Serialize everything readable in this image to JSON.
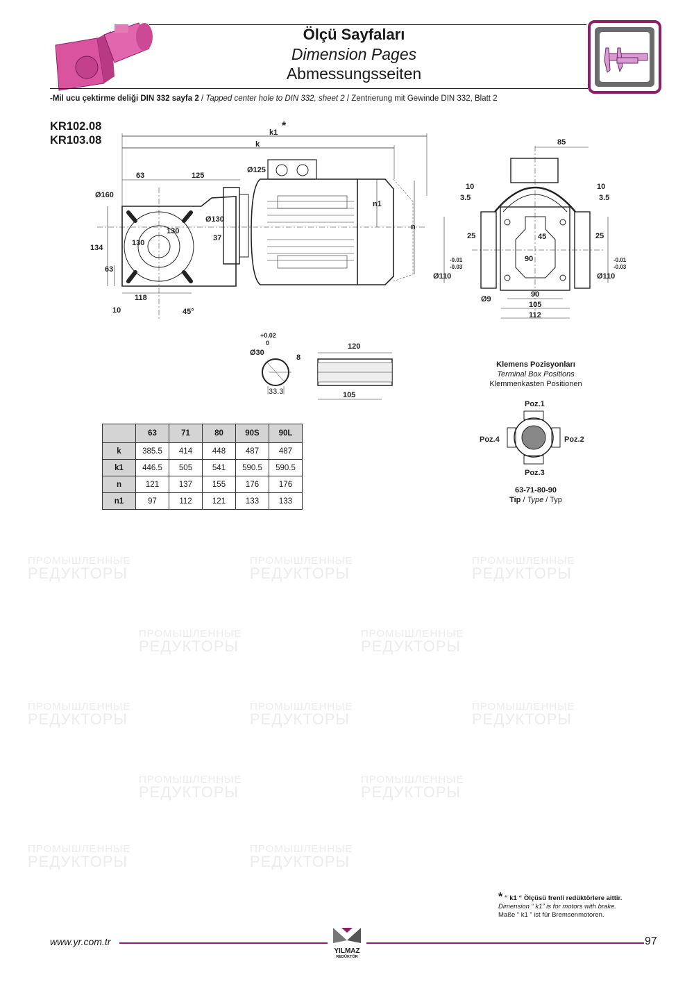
{
  "watermark": {
    "line1": "ПРОМЫШЛЕННЫЕ",
    "line2": "РЕДУКТОРЫ"
  },
  "header": {
    "title_tr": "Ölçü Sayfaları",
    "title_en": "Dimension Pages",
    "title_de": "Abmessungsseiten",
    "icon": "caliper-icon",
    "accent_color": "#8a1f6a"
  },
  "subtitle": {
    "tr": "-Mil ucu çektirme deliği DIN 332 sayfa 2",
    "sep": "/",
    "en": "Tapped center hole to DIN 332, sheet 2",
    "de": "Zentrierung mit Gewinde DIN 332, Blatt 2"
  },
  "models": [
    "KR102.08",
    "KR103.08"
  ],
  "side_view": {
    "k1": "k1",
    "star": "*",
    "k": "k",
    "d63": "63",
    "d125": "125",
    "d160": "Ø160",
    "d125b": "Ø125",
    "d130c": "Ø130",
    "d130a": "130",
    "d130b": "130",
    "d37": "37",
    "d134": "134",
    "d63b": "63",
    "d118": "118",
    "d10": "10",
    "d45": "45°",
    "n1": "n1",
    "n": "n"
  },
  "end_view": {
    "d85": "85",
    "d10l": "10",
    "d35l": "3.5",
    "d10r": "10",
    "d35r": "3.5",
    "d25l": "25",
    "d25r": "25",
    "d45": "45",
    "d90v": "90",
    "tol_up": "-0.01",
    "tol_lo": "-0.03",
    "d110l": "Ø110",
    "d110r": "Ø110",
    "d9": "Ø9",
    "d90": "90",
    "d105": "105",
    "d112": "112"
  },
  "shaft": {
    "tol_up": "+0.02",
    "tol_lo": "0",
    "d30": "Ø30",
    "d8": "8",
    "d333": "33.3",
    "d120": "120",
    "d105": "105"
  },
  "table": {
    "columns": [
      "",
      "63",
      "71",
      "80",
      "90S",
      "90L"
    ],
    "rows": [
      {
        "label": "k",
        "values": [
          "385.5",
          "414",
          "448",
          "487",
          "487"
        ]
      },
      {
        "label": "k1",
        "values": [
          "446.5",
          "505",
          "541",
          "590.5",
          "590.5"
        ]
      },
      {
        "label": "n",
        "values": [
          "121",
          "137",
          "155",
          "176",
          "176"
        ]
      },
      {
        "label": "n1",
        "values": [
          "97",
          "112",
          "121",
          "133",
          "133"
        ]
      }
    ]
  },
  "terminal_box": {
    "title_tr": "Klemens Pozisyonları",
    "title_en": "Terminal Box Positions",
    "title_de": "Klemmenkasten Positionen",
    "poz1": "Poz.1",
    "poz2": "Poz.2",
    "poz3": "Poz.3",
    "poz4": "Poz.4",
    "types": "63-71-80-90",
    "type_tr": "Tip",
    "type_en": "Type",
    "type_de": "Typ",
    "sep": "/"
  },
  "note": {
    "star": "*",
    "tr": "“ k1 “ Ölçüsü frenli redüktörlere aittir.",
    "en": "Dimension “ k1” is for motors with brake.",
    "de": "Maße “ k1 ” ist für Bremsenmotoren."
  },
  "footer": {
    "url": "www.yr.com.tr",
    "logo_name": "YILMAZ",
    "logo_sub": "REDÜKTÖR",
    "page": "97"
  }
}
